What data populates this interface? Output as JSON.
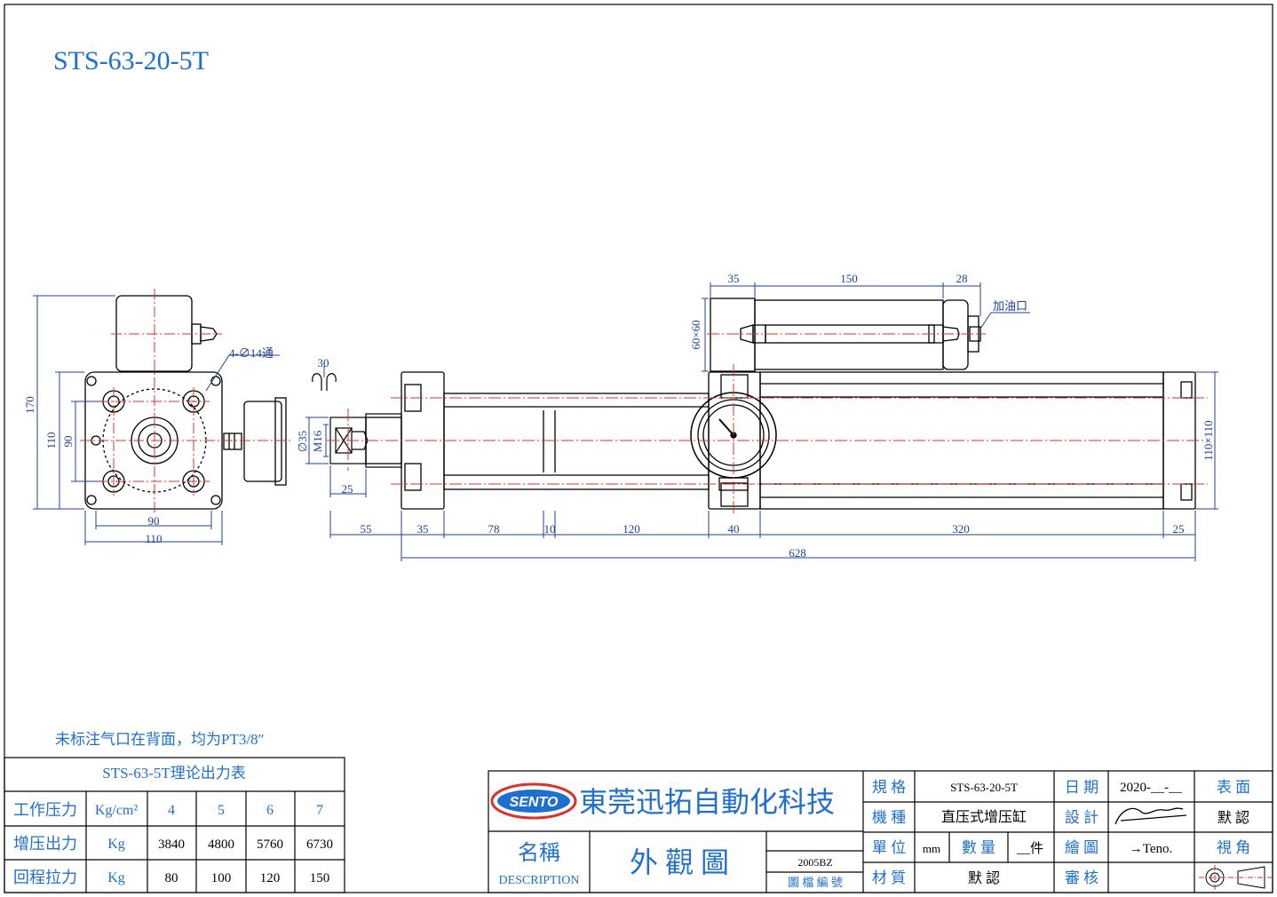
{
  "title": "STS-63-20-5T",
  "note": "未标注气口在背面，均为PT3/8″",
  "colors": {
    "accent": "#1f6fd1",
    "line": "#000000",
    "center": "#e0302a",
    "dim": "#1f3fa0"
  },
  "labels": {
    "holes": "4-∅14通",
    "oil_port": "加油口",
    "thread": "M16",
    "rod_dia": "∅35",
    "angle": "30",
    "tank_size": "60×60",
    "body_size": "110×110"
  },
  "dimensions": {
    "side": {
      "h170": "170",
      "h110": "110",
      "h90": "90",
      "w90": "90",
      "w110": "110"
    },
    "tank": [
      "35",
      "150",
      "28"
    ],
    "rod_end": "25",
    "main": [
      "55",
      "35",
      "78",
      "10",
      "120",
      "40",
      "320",
      "25"
    ],
    "total": "628"
  },
  "force_table": {
    "title": "STS-63-5T理论出力表",
    "rows": [
      [
        "工作压力",
        "Kg/cm²",
        "4",
        "5",
        "6",
        "7"
      ],
      [
        "增压出力",
        "Kg",
        "3840",
        "4800",
        "5760",
        "6730"
      ],
      [
        "回程拉力",
        "Kg",
        "80",
        "100",
        "120",
        "150"
      ]
    ]
  },
  "title_block": {
    "logo": "SENTO",
    "company": "東莞迅拓自動化科技",
    "name_label": "名稱",
    "name_label_en": "DESCRIPTION",
    "drawing_name": "外 觀 圖",
    "file_no": "2005BZ",
    "file_no_label": "圖 檔 編 號",
    "spec_label": "規 格",
    "spec_value": "STS-63-20-5T",
    "type_label": "機 種",
    "type_value": "直压式增压缸",
    "unit_label": "單 位",
    "unit_value": "mm",
    "qty_label": "數 量",
    "qty_value": "__件",
    "material_label": "材 質",
    "material_value": "默 認",
    "date_label": "日 期",
    "date_value": "2020-__-__",
    "design_label": "設 計",
    "draw_label": "繪 圖",
    "draw_value": "→Teno.",
    "check_label": "審 核",
    "surface_label": "表 面",
    "surface_value": "默 認",
    "view_label": "視 角"
  }
}
